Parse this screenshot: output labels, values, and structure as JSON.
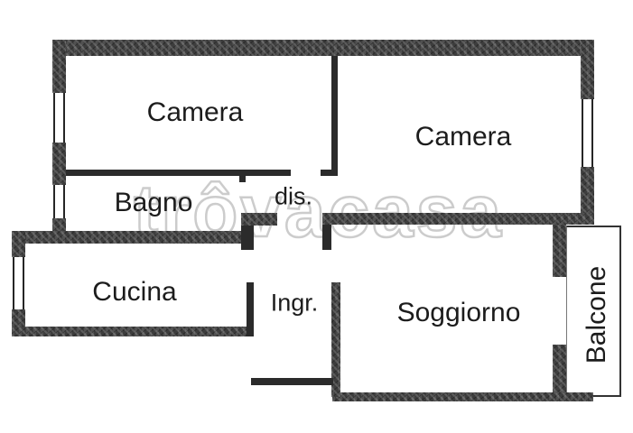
{
  "plan_type": "apartment-floor-plan",
  "watermark": {
    "text": "trôvacasa"
  },
  "rooms": [
    {
      "name": "camera-1",
      "label": "Camera"
    },
    {
      "name": "camera-2",
      "label": "Camera"
    },
    {
      "name": "bagno",
      "label": "Bagno"
    },
    {
      "name": "disimpegno",
      "label": "dis."
    },
    {
      "name": "cucina",
      "label": "Cucina"
    },
    {
      "name": "ingresso",
      "label": "Ingr."
    },
    {
      "name": "soggiorno",
      "label": "Soggiorno"
    },
    {
      "name": "balcone",
      "label": "Balcone"
    }
  ],
  "colors": {
    "background": "#ffffff",
    "wall": "#2b2b2b",
    "outer_wall": "#3d3d3d",
    "watermark_outline": "#cccccc",
    "label_text": "#1c1c1c"
  }
}
